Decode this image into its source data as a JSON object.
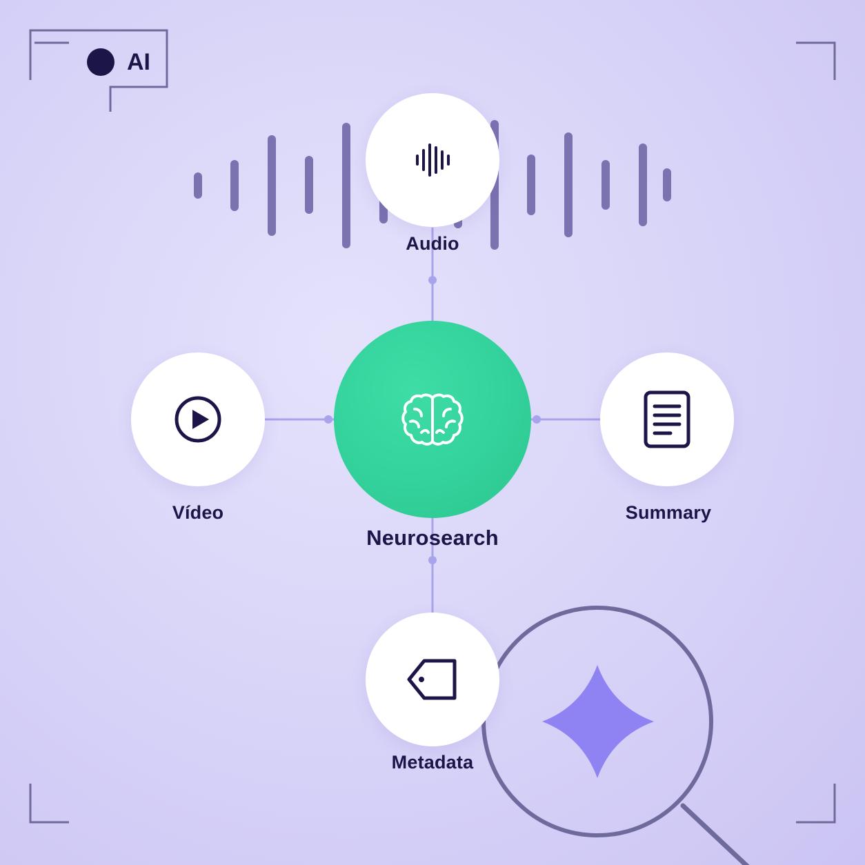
{
  "badge": {
    "text": "AI"
  },
  "colors": {
    "hub": "#33d19b",
    "ink": "#1c1548",
    "line": "#a9a2ec",
    "wave": "#7b72b0",
    "sparkle": "#8f82f2"
  },
  "nodes": {
    "hub": {
      "label": "Neurosearch",
      "icon": "brain-icon"
    },
    "audio": {
      "label": "Audio",
      "icon": "audio-waveform-icon"
    },
    "video": {
      "label": "Vídeo",
      "icon": "play-circle-icon"
    },
    "summary": {
      "label": "Summary",
      "icon": "document-icon"
    },
    "metadata": {
      "label": "Metadata",
      "icon": "tag-icon"
    }
  },
  "decorations": {
    "waveform": "audio-waveform",
    "magnifier": "magnifying-glass-icon",
    "sparkle": "sparkle-icon",
    "frame": "viewfinder-corners"
  }
}
